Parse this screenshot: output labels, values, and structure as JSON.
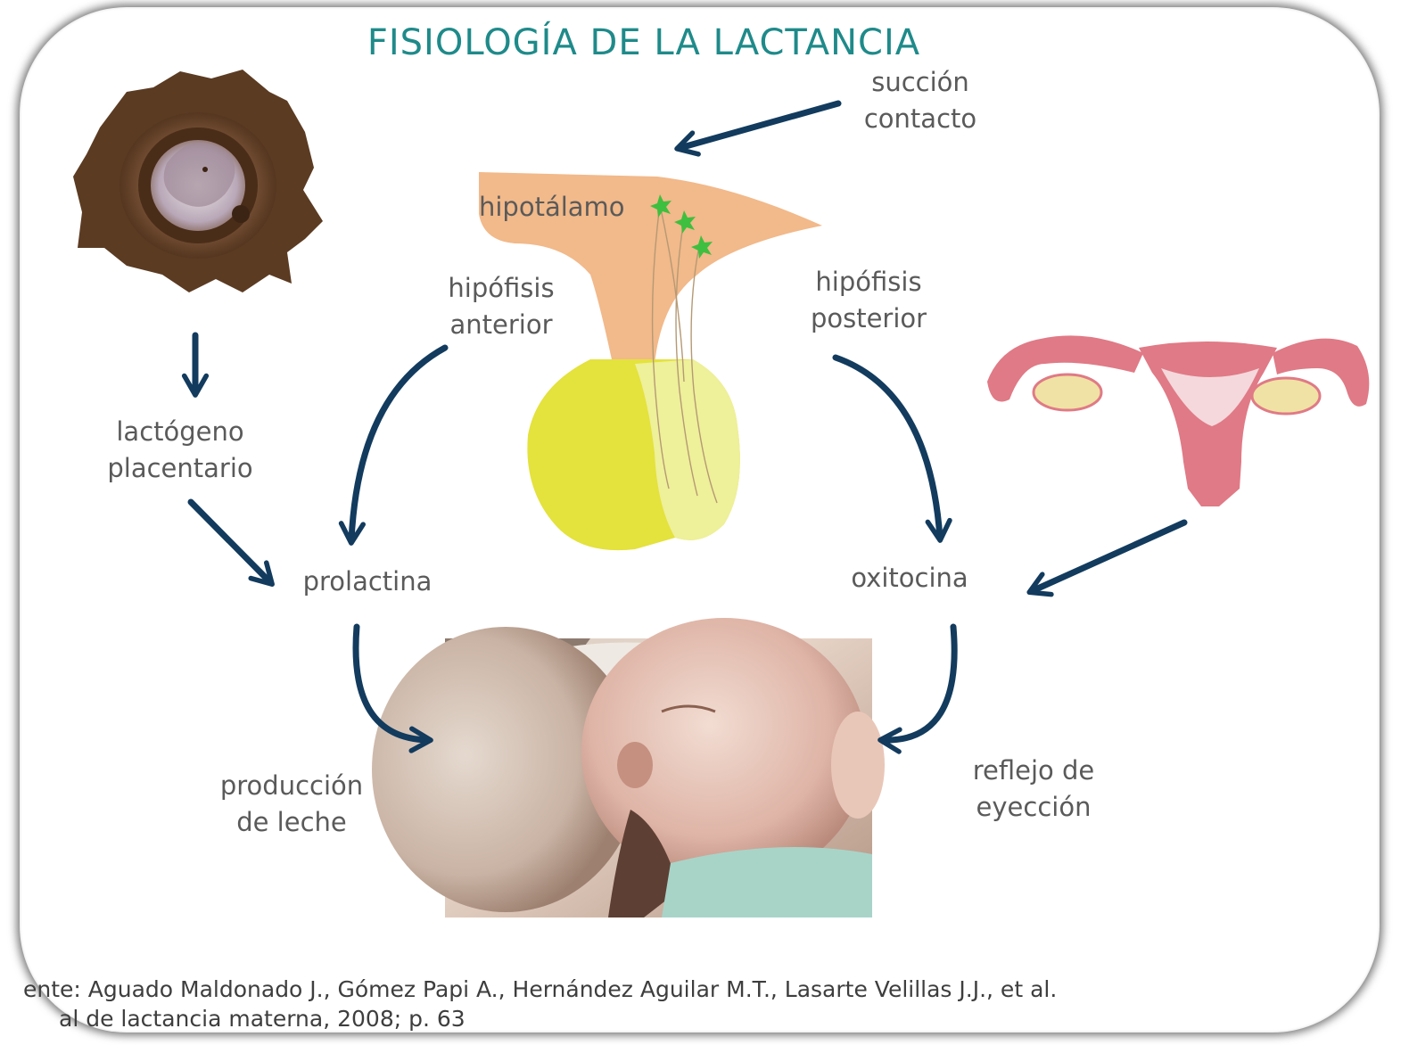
{
  "title": "FISIOLOGÍA DE LA LACTANCIA",
  "nodes": {
    "succion": "succión\ncontacto",
    "hipotalamo": "hipotálamo",
    "hipofisis_anterior": "hipófisis\nanterior",
    "hipofisis_posterior": "hipófisis\nposterior",
    "lactogeno": "lactógeno\nplacentario",
    "prolactina": "prolactina",
    "oxitocina": "oxitocina",
    "produccion": "producción\nde leche",
    "reflejo": "reflejo de\neyección"
  },
  "source": "ente: Aguado Maldonado J., Gómez Papi A., Hernández Aguilar M.T., Lasarte Velillas J.J., et al.\nal de lactancia materna, 2008; p. 63",
  "colors": {
    "title": "#1f8a8a",
    "arrow": "#123b5e",
    "label": "#5a5a5a",
    "hypothalamus": "#f2b98a",
    "pituitary": "#e4e23c",
    "pituitary_posterior": "#eef09a",
    "neuron": "#3fbf3f",
    "uterus": "#e07a86",
    "ovary": "#f0e2a4"
  }
}
